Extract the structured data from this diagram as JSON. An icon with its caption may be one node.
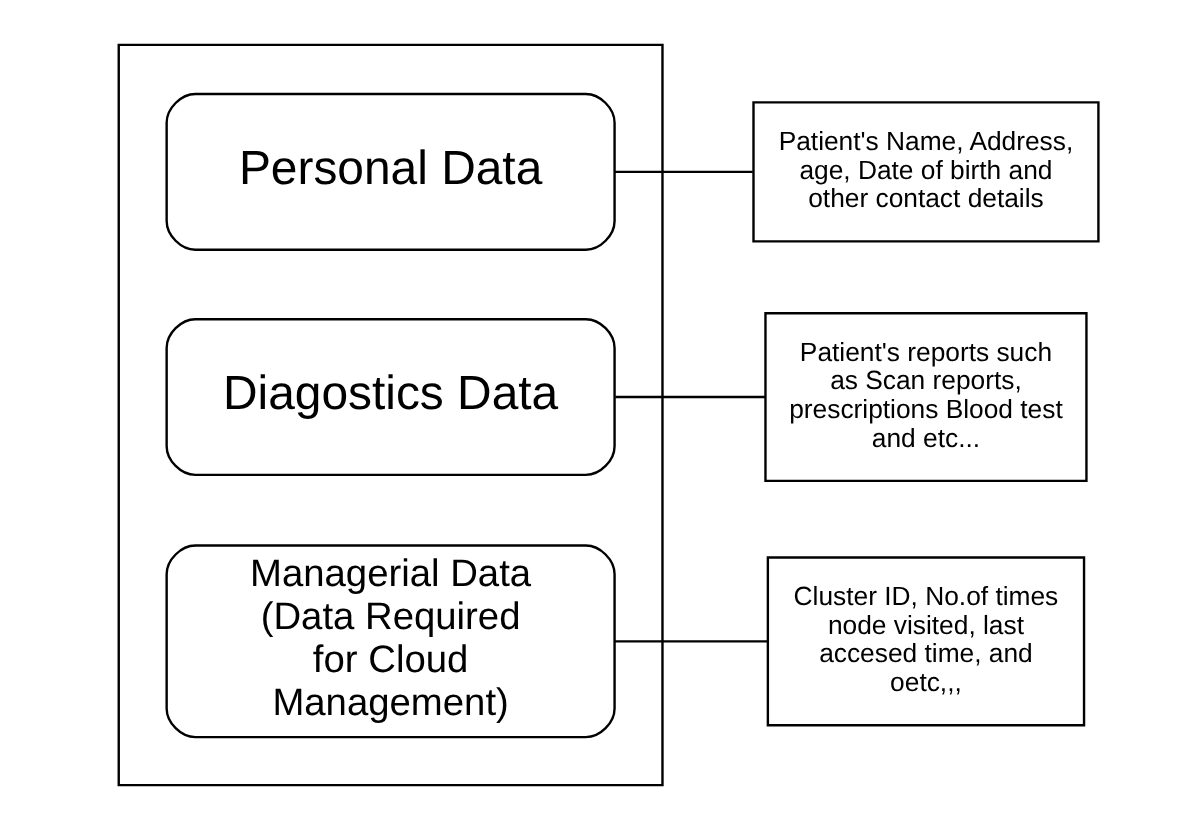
{
  "diagram": {
    "nodes": [
      {
        "text": [],
        "shape": "box"
      },
      {
        "text": [
          "Personal Data"
        ],
        "in": 0
      },
      {
        "text": [
          "Diagostics Data"
        ],
        "in": 0
      },
      {
        "text": [
          "Managerial Data",
          "(Data Required for Cloud Management)"
        ],
        "in": 0
      },
      {
        "text": [
          "Patient's Name, Address, age, Date of birth and other contact details"
        ]
      },
      {
        "text": [
          "Patient's reports such as Scan reports, prescriptions Blood test and etc..."
        ]
      },
      {
        "text": [
          "Cluster ID, No.of times node visited, last accesed time, and oetc,,,"
        ]
      }
    ],
    "edges": [
      {
        "from": 4,
        "to": 1,
        "arrow": "none"
      },
      {
        "from": 5,
        "to": 2,
        "arrow": "none"
      },
      {
        "from": 6,
        "to": 3,
        "arrow": "none"
      }
    ]
  }
}
